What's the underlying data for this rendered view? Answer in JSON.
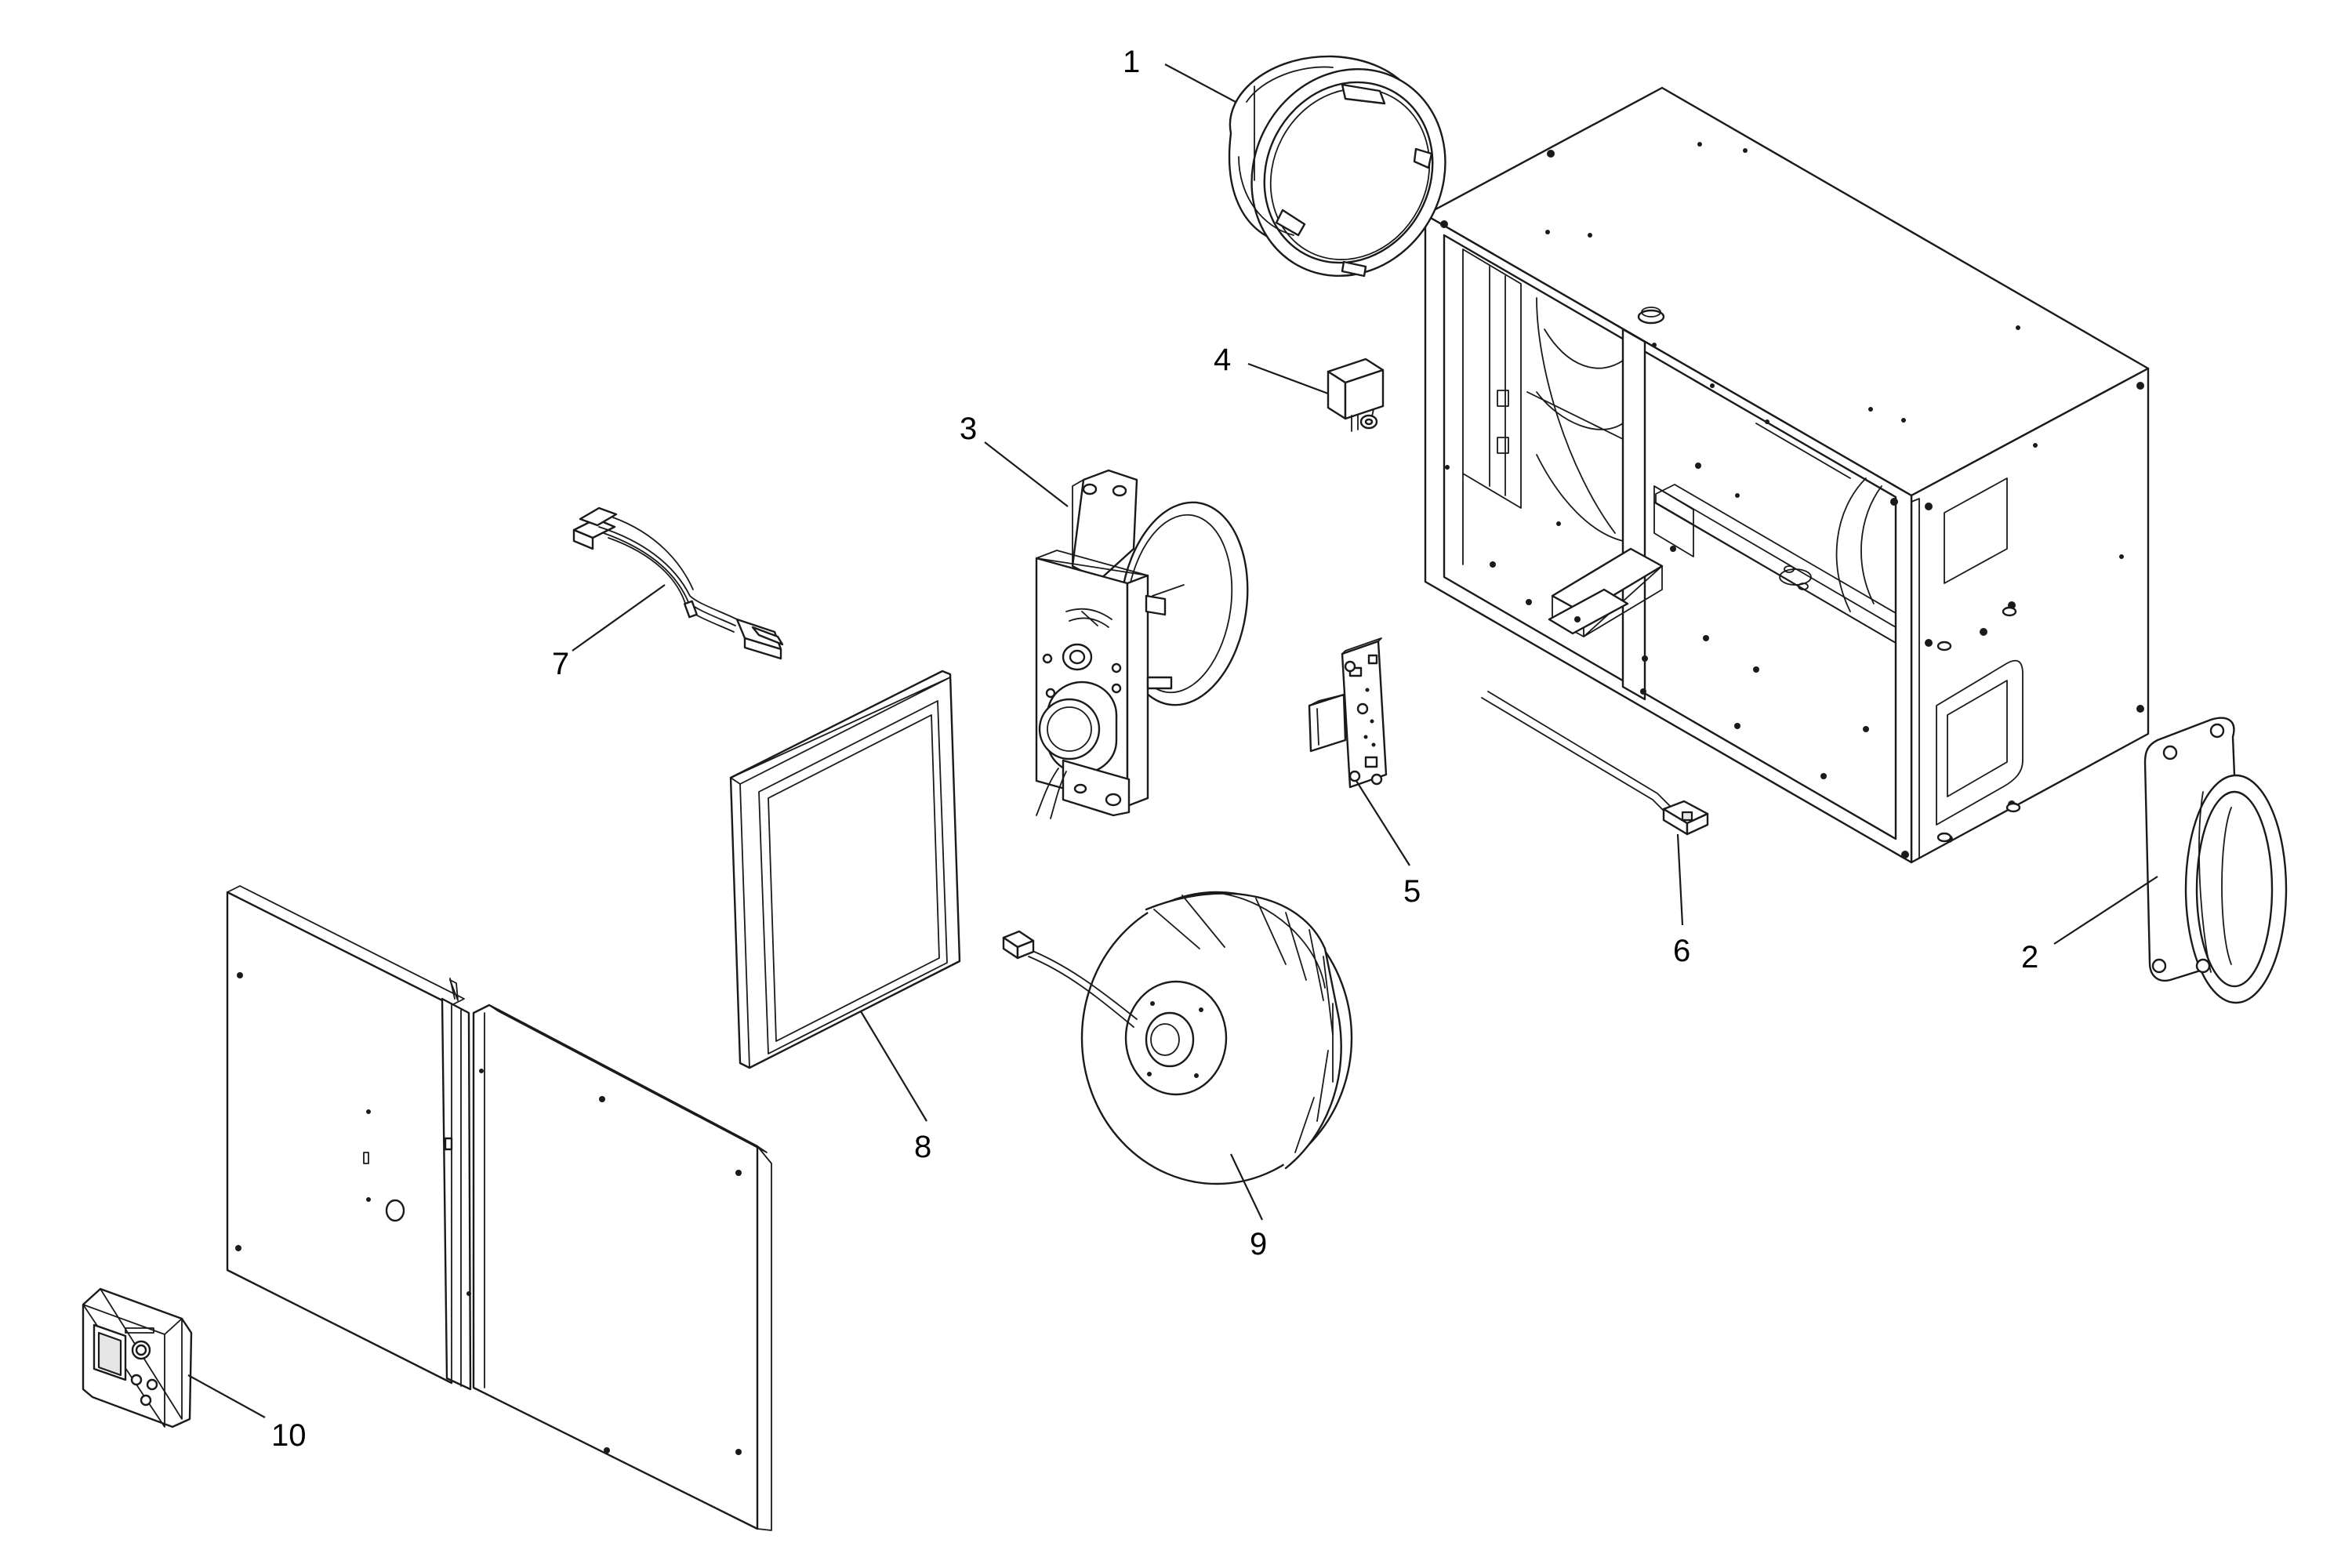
{
  "callouts": [
    {
      "id": "1",
      "label": "1",
      "part": "round-duct-collar"
    },
    {
      "id": "2",
      "label": "2",
      "part": "oval-duct-collar"
    },
    {
      "id": "3",
      "label": "3",
      "part": "damper-motor-assembly"
    },
    {
      "id": "4",
      "label": "4",
      "part": "relay"
    },
    {
      "id": "5",
      "label": "5",
      "part": "control-circuit-board"
    },
    {
      "id": "6",
      "label": "6",
      "part": "sensor-cable"
    },
    {
      "id": "7",
      "label": "7",
      "part": "wire-harness"
    },
    {
      "id": "8",
      "label": "8",
      "part": "filter"
    },
    {
      "id": "9",
      "label": "9",
      "part": "blower-wheel"
    },
    {
      "id": "10",
      "label": "10",
      "part": "wall-control"
    }
  ],
  "colors": {
    "line": "#1a1a1a",
    "background": "#ffffff",
    "shade": "#e6e6e6"
  }
}
